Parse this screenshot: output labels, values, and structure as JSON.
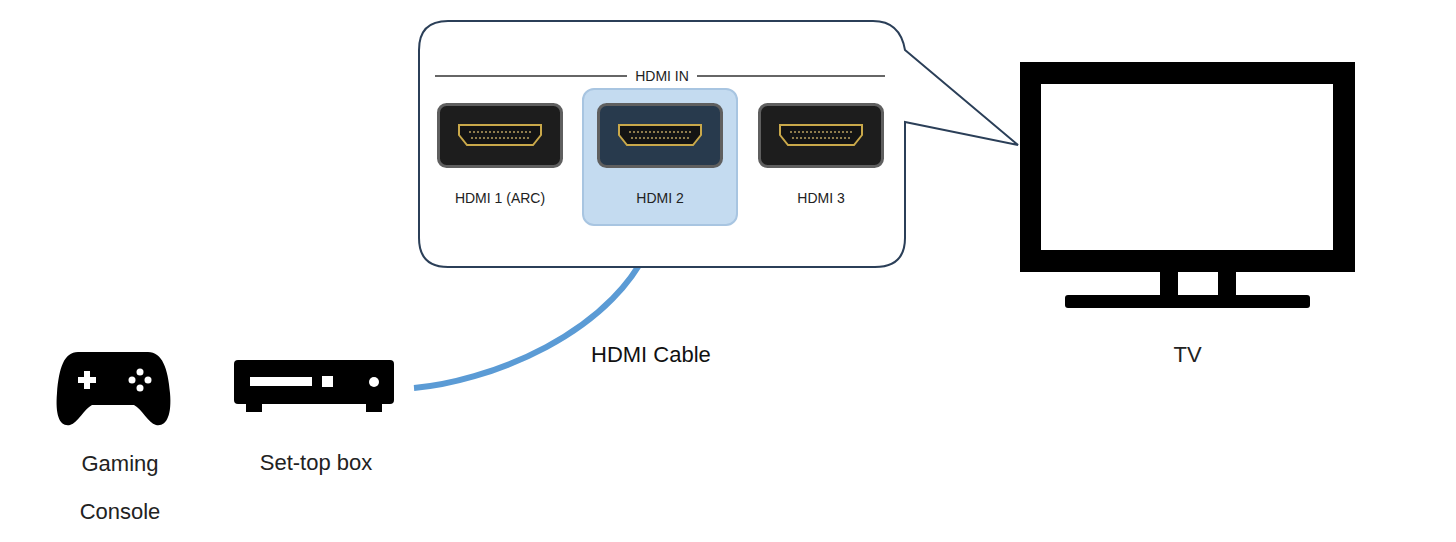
{
  "diagram": {
    "nodes": [
      {
        "text": [
          "HDMI IN"
        ]
      },
      {
        "text": [
          "HDMI 1 (ARC)"
        ],
        "in": 0
      },
      {
        "text": [
          "HDMI 2"
        ],
        "in": 0
      },
      {
        "text": [
          "HDMI 3"
        ],
        "in": 0
      },
      {
        "text": [
          "TV"
        ]
      },
      {
        "text": [
          "Gaming Console"
        ]
      },
      {
        "text": [
          "Set-top box"
        ]
      }
    ],
    "edges": [
      {
        "from": 6,
        "to": 2,
        "arrow": "to",
        "label": "HDMI Cable"
      }
    ]
  }
}
